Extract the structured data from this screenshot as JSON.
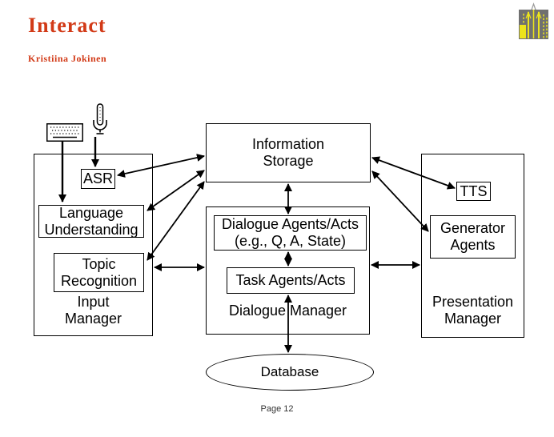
{
  "slide": {
    "title": "Interact",
    "subtitle": "Kristiina Jokinen",
    "page_label": "Page 12"
  },
  "colors": {
    "title_red": "#d23a17",
    "diagram_line": "#000000",
    "logo_gray": "#707070",
    "logo_yellow": "#ece41c"
  },
  "diagram": {
    "boxes": {
      "asr": "ASR",
      "language_understanding": "Language\nUnderstanding",
      "topic_recognition": "Topic\nRecognition",
      "input_manager": "Input\nManager",
      "information_storage": "Information\nStorage",
      "dialogue_agents": "Dialogue Agents/Acts\n(e.g., Q, A, State)",
      "task_agents": "Task Agents/Acts",
      "dialogue_manager": "Dialogue Manager",
      "tts": "TTS",
      "generator_agents": "Generator\nAgents",
      "presentation_manager": "Presentation\nManager",
      "database": "Database"
    },
    "icons": [
      "keyboard-icon",
      "microphone-icon",
      "university-building-logo"
    ],
    "connections": [
      {
        "from": "keyboard",
        "to": "language_understanding",
        "arrows": "single"
      },
      {
        "from": "microphone",
        "to": "asr",
        "arrows": "single"
      },
      {
        "from": "asr",
        "to": "information_storage",
        "arrows": "double"
      },
      {
        "from": "language_understanding",
        "to": "information_storage",
        "arrows": "double"
      },
      {
        "from": "topic_recognition",
        "to": "information_storage",
        "arrows": "double"
      },
      {
        "from": "input_manager",
        "to": "dialogue_manager",
        "arrows": "double"
      },
      {
        "from": "information_storage",
        "to": "dialogue_agents",
        "arrows": "double"
      },
      {
        "from": "dialogue_agents",
        "to": "task_agents",
        "arrows": "double"
      },
      {
        "from": "task_agents",
        "to": "database",
        "arrows": "double"
      },
      {
        "from": "information_storage",
        "to": "tts",
        "arrows": "double"
      },
      {
        "from": "information_storage",
        "to": "generator_agents",
        "arrows": "double"
      },
      {
        "from": "dialogue_manager",
        "to": "presentation_manager",
        "arrows": "double"
      }
    ]
  }
}
